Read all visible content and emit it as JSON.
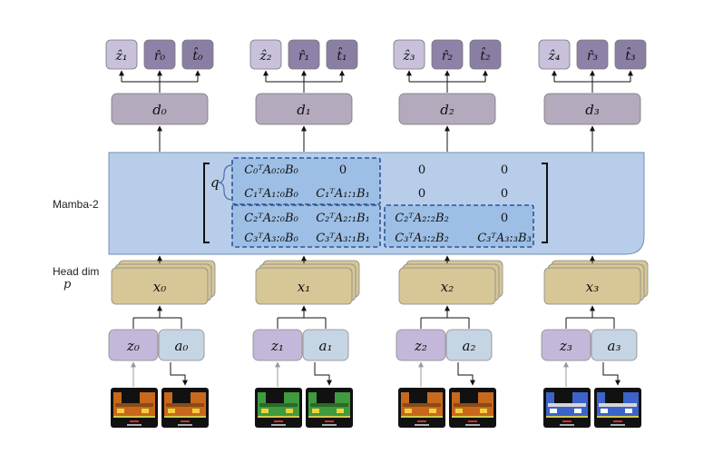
{
  "labels": {
    "mamba": "Mamba-2",
    "head_dim": "Head dim",
    "p": "p",
    "q": "q"
  },
  "colors": {
    "out_light": "#c9c1db",
    "out_mid": "#8e82a8",
    "out_dark": "#8a7fa3",
    "decoder": "#b3aabd",
    "mamba_panel": "#b7cde9",
    "block": "#9dbfe6",
    "block_border": "#2e5597",
    "x_box": "#d7c696",
    "z_box": "#c4b8da",
    "a_box": "#c6d5e4",
    "arrow": "#111111"
  },
  "columns": [
    {
      "outputs": [
        "ẑ₁",
        "r̂₀",
        "t̂₀"
      ],
      "decoder": "d₀",
      "x": "x₀",
      "z": "z₀",
      "a": "a₀",
      "frame_theme": "orange"
    },
    {
      "outputs": [
        "ẑ₂",
        "r̂₁",
        "t̂₁"
      ],
      "decoder": "d₁",
      "x": "x₁",
      "z": "z₁",
      "a": "a₁",
      "frame_theme": "green"
    },
    {
      "outputs": [
        "ẑ₃",
        "r̂₂",
        "t̂₂"
      ],
      "decoder": "d₂",
      "x": "x₂",
      "z": "z₂",
      "a": "a₂",
      "frame_theme": "orange"
    },
    {
      "outputs": [
        "ẑ₄",
        "r̂₃",
        "t̂₃"
      ],
      "decoder": "d₃",
      "x": "x₃",
      "z": "z₃",
      "a": "a₃",
      "frame_theme": "blue"
    }
  ],
  "matrix": [
    [
      "C₀ᵀA₀:₀B₀",
      "0",
      "0",
      "0"
    ],
    [
      "C₁ᵀA₁:₀B₀",
      "C₁ᵀA₁:₁B₁",
      "0",
      "0"
    ],
    [
      "C₂ᵀA₂:₀B₀",
      "C₂ᵀA₂:₁B₁",
      "C₂ᵀA₂:₂B₂",
      "0"
    ],
    [
      "C₃ᵀA₃:₀B₀",
      "C₃ᵀA₃:₁B₁",
      "C₃ᵀA₃:₂B₂",
      "C₃ᵀA₃:₃B₃"
    ]
  ]
}
